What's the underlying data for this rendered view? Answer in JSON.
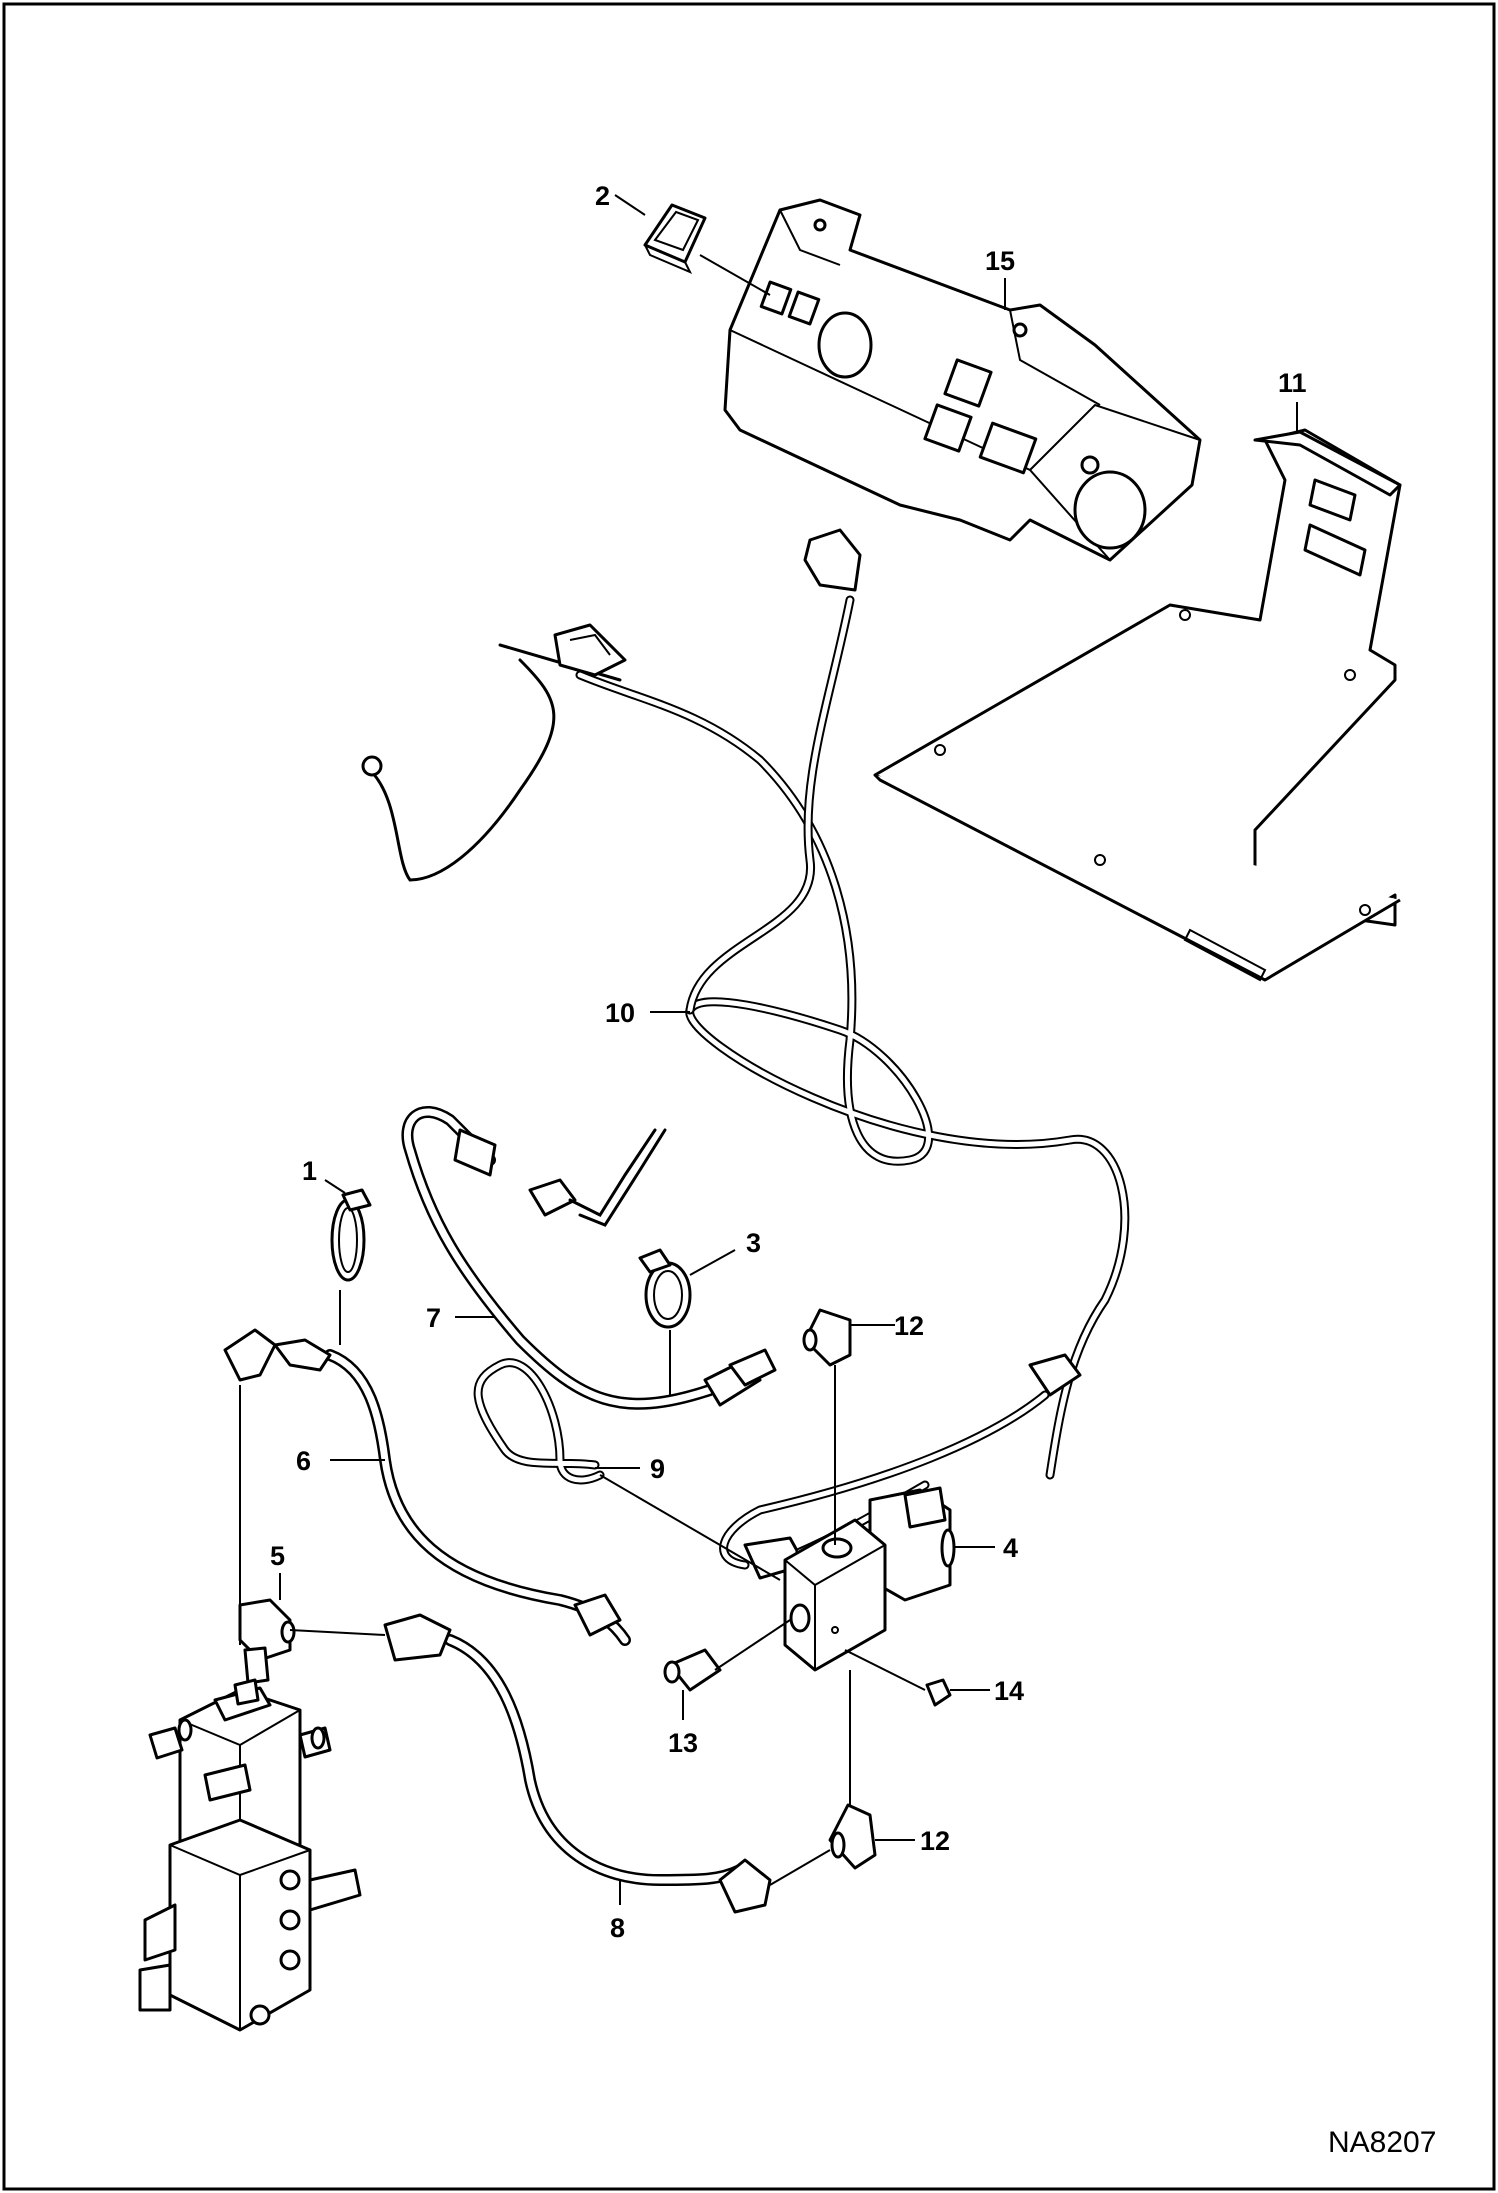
{
  "figure_id": "NA8207",
  "callouts": {
    "c1": "1",
    "c2": "2",
    "c3": "3",
    "c4": "4",
    "c5": "5",
    "c6": "6",
    "c7": "7",
    "c8": "8",
    "c9": "9",
    "c10": "10",
    "c11": "11",
    "c12a": "12",
    "c12b": "12",
    "c13": "13",
    "c14": "14",
    "c15": "15"
  }
}
